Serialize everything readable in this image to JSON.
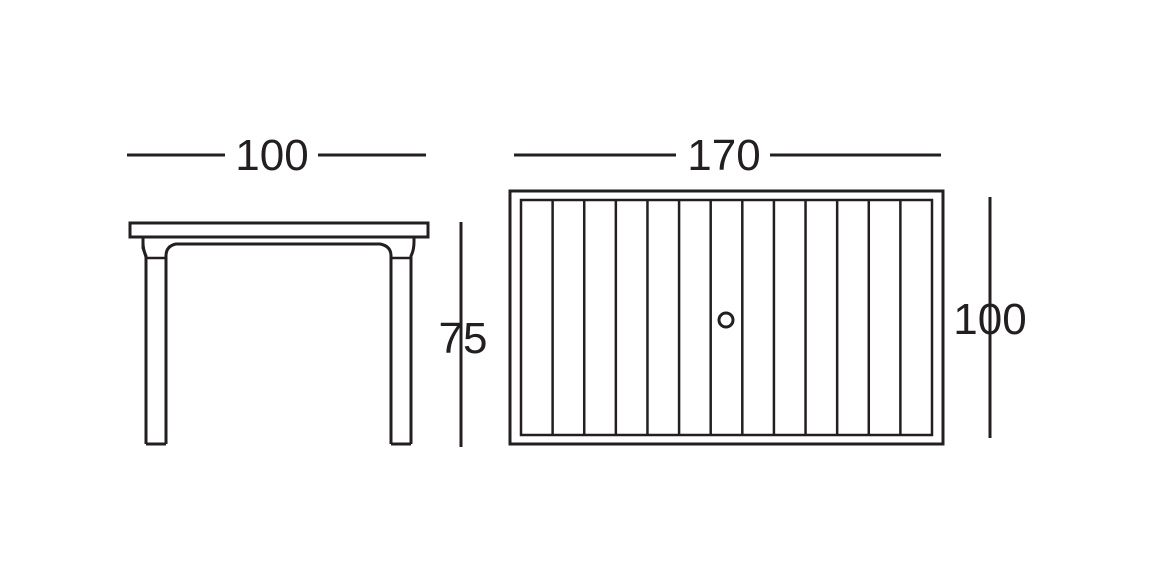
{
  "dimensions": {
    "side_width": "100",
    "top_length": "170",
    "height": "75",
    "top_depth": "100"
  },
  "colors": {
    "line": "#231f20",
    "background": "#ffffff"
  },
  "top_view": {
    "slat_count": 13,
    "has_umbrella_hole": true
  }
}
